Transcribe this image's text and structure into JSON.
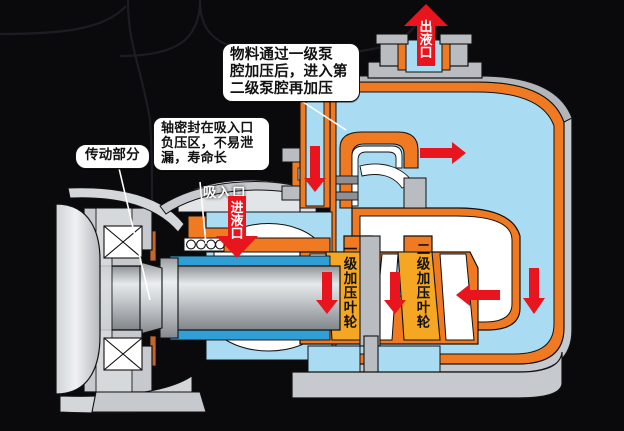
{
  "diagram": {
    "title": "two-stage centrifugal pump cutaway",
    "background_color": "#0a0a0c"
  },
  "callouts": [
    {
      "id": "flow-note",
      "text": "物料通过一级泵\n腔加压后，进入第\n二级泵腔再加压",
      "style": "white-rounded-box"
    },
    {
      "id": "seal-note",
      "text": "轴密封在吸入口\n负压区，不易泄\n漏，寿命长",
      "style": "white-rounded-box"
    },
    {
      "id": "drive-note",
      "text": "传动部分",
      "style": "white-pill-box"
    }
  ],
  "labels": {
    "suction_port": "吸入口",
    "inlet_arrow": [
      "进",
      "液",
      "口"
    ],
    "outlet_arrow": [
      "出",
      "液",
      "口"
    ],
    "impeller_stage1": "一级加压叶轮",
    "impeller_stage2": "二级加压叶轮"
  },
  "colors": {
    "background": "#0a0a0c",
    "fluid": "#a9dcf2",
    "casing_orange": "#f07a22",
    "metal_gray": "#b9bcc0",
    "metal_gray_dark": "#8d9095",
    "metal_light": "#d9dcdf",
    "impeller_orange": "#f5a623",
    "arrow_red": "#e8141e",
    "port_red": "#e8141e",
    "shaft_blue": "#2f9fd6",
    "white": "#ffffff",
    "outline": "#111111"
  },
  "flow_arrows": [
    {
      "id": "top-discharge-right",
      "direction": "right"
    },
    {
      "id": "right-downcomer",
      "direction": "down"
    },
    {
      "id": "bottom-return-left",
      "direction": "left"
    },
    {
      "id": "left-riser-up",
      "direction": "up"
    },
    {
      "id": "stage1-up",
      "direction": "up"
    },
    {
      "id": "stage2-up",
      "direction": "up"
    },
    {
      "id": "mid-riser-up",
      "direction": "up"
    }
  ],
  "components": [
    {
      "id": "drive-housing",
      "name": "motor drive housing"
    },
    {
      "id": "bearing-front",
      "name": "front bearing"
    },
    {
      "id": "bearing-rear",
      "name": "rear bearing"
    },
    {
      "id": "pump-shaft",
      "name": "pump shaft"
    },
    {
      "id": "mechanical-seal",
      "name": "mechanical seal with spring"
    },
    {
      "id": "pump-casing",
      "name": "outer pump casing"
    },
    {
      "id": "impeller-1",
      "name": "first stage impeller"
    },
    {
      "id": "impeller-2",
      "name": "second stage impeller"
    },
    {
      "id": "inlet-flange",
      "name": "inlet flange"
    },
    {
      "id": "outlet-flange",
      "name": "outlet flange"
    }
  ]
}
